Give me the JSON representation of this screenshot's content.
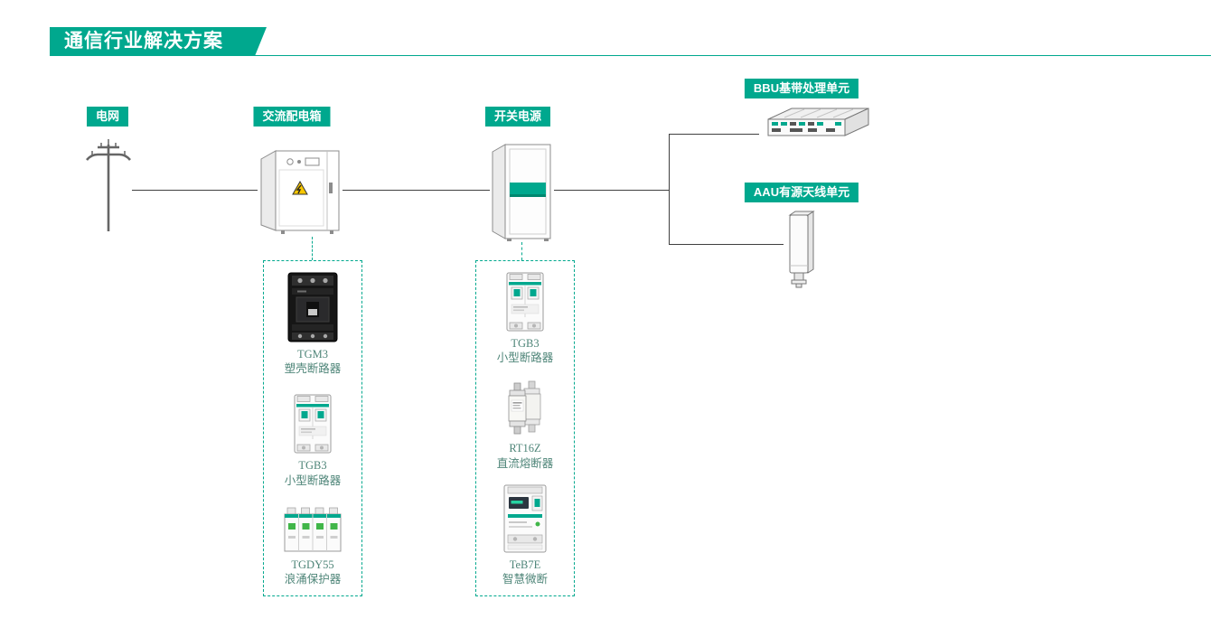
{
  "colors": {
    "accent": "#00A88E",
    "accent_dark": "#00876F",
    "line": "#404040",
    "product_text": "#4E8578",
    "warning_yellow": "#F7C600"
  },
  "title": "通信行业解决方案",
  "nodes": {
    "power_grid": {
      "label": "电网"
    },
    "ac_distribution_box": {
      "label": "交流配电箱"
    },
    "switching_power_supply": {
      "label": "开关电源"
    },
    "bbu": {
      "label": "BBU基带处理单元"
    },
    "aau": {
      "label": "AAU有源天线单元"
    }
  },
  "product_groups": [
    {
      "parent": "交流配电箱",
      "products": [
        {
          "model": "TGM3",
          "name": "塑壳断路器"
        },
        {
          "model": "TGB3",
          "name": "小型断路器"
        },
        {
          "model": "TGDY55",
          "name": "浪涌保护器"
        }
      ]
    },
    {
      "parent": "开关电源",
      "products": [
        {
          "model": "TGB3",
          "name": "小型断路器"
        },
        {
          "model": "RT16Z",
          "name": "直流熔断器"
        },
        {
          "model": "TeB7E",
          "name": "智慧微断"
        }
      ]
    }
  ]
}
